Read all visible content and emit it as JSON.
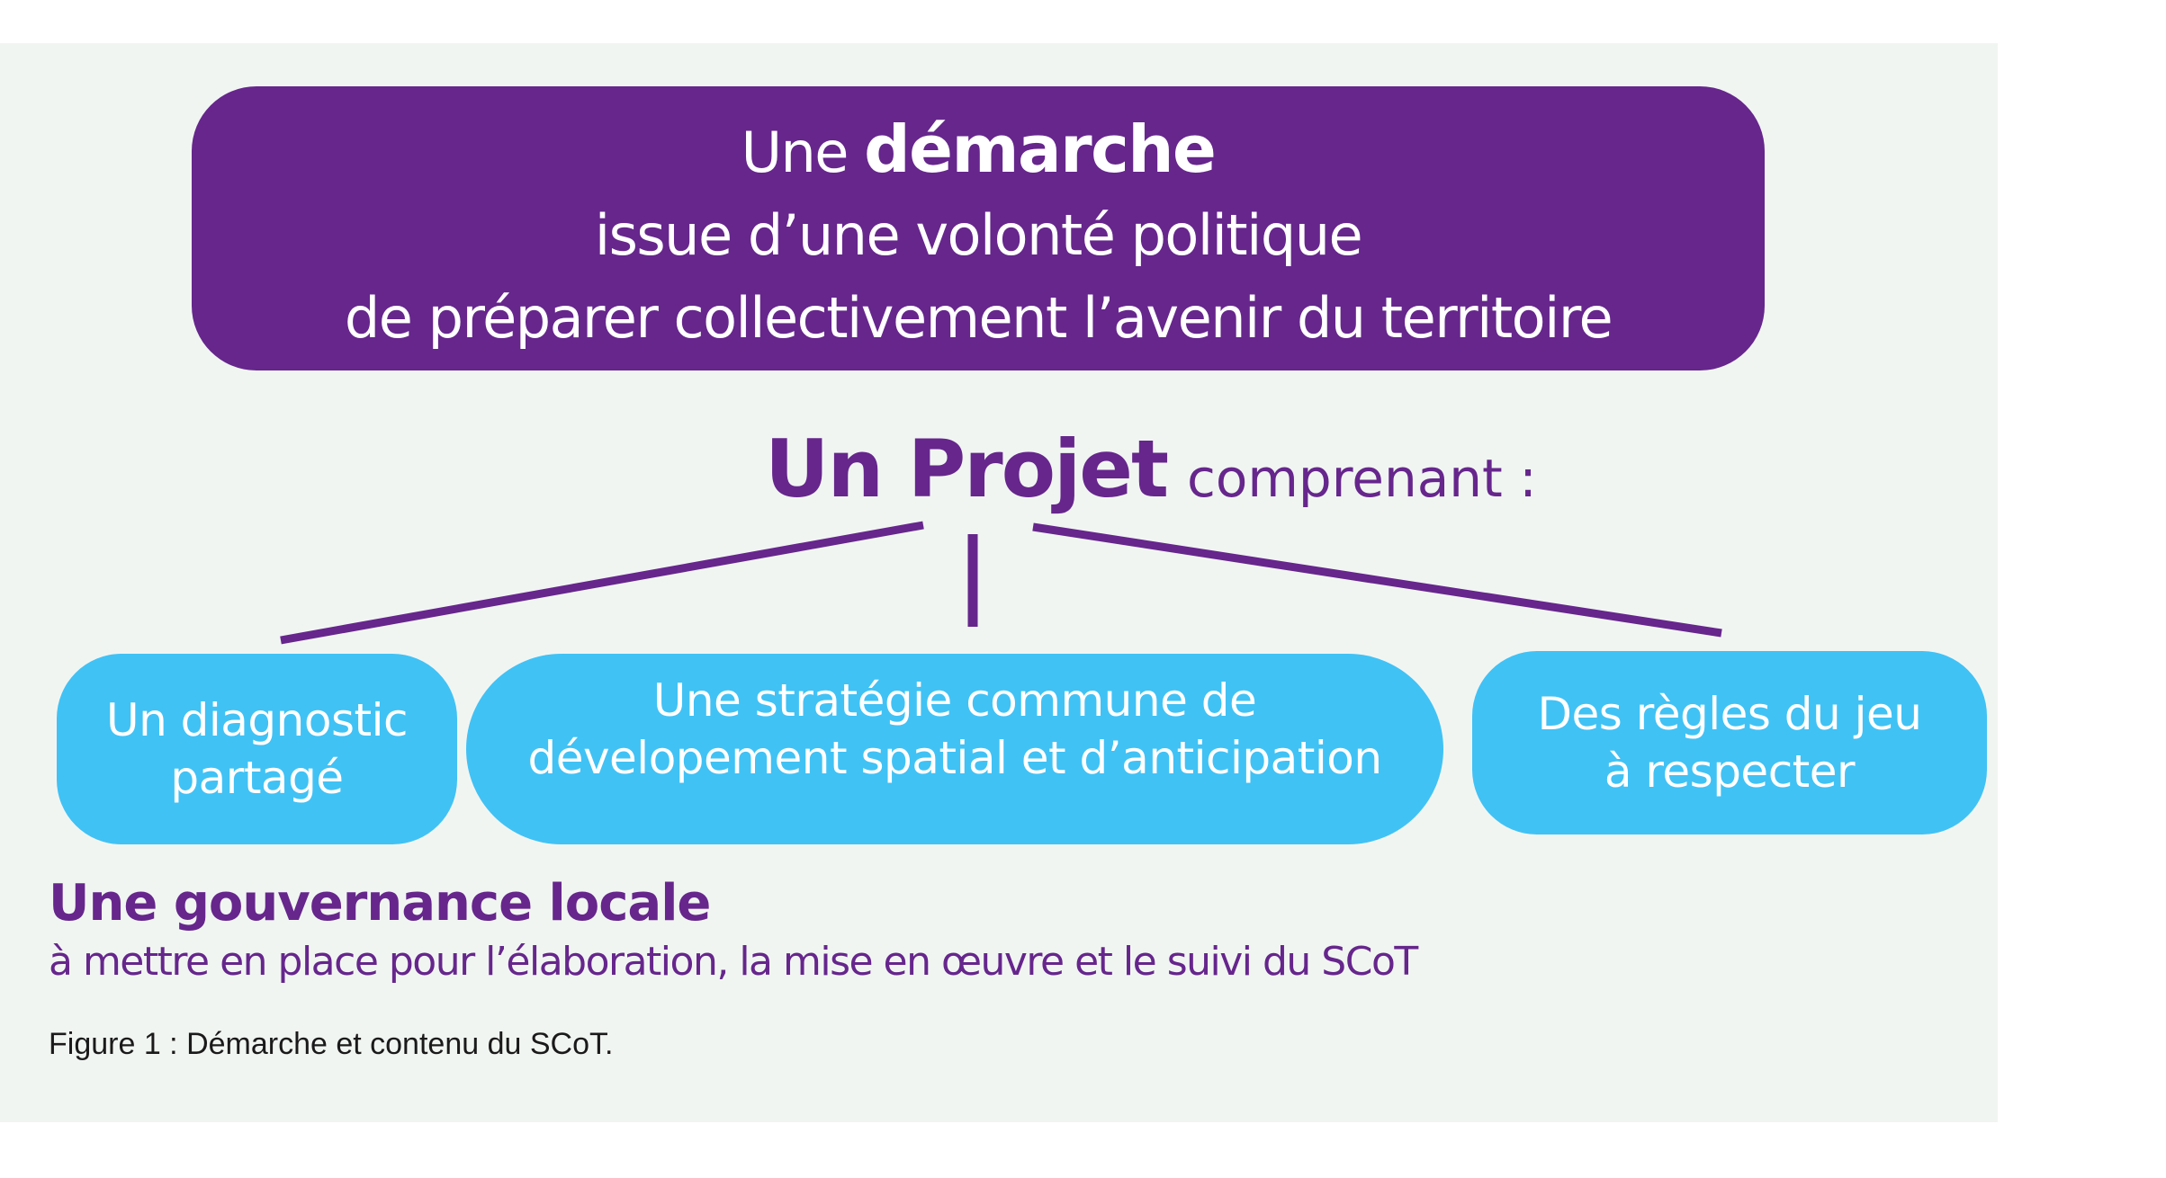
{
  "header_box": {
    "line1_prefix": "Une ",
    "line1_strong": "démarche",
    "line2": "issue d’une volonté politique",
    "line3": "de préparer collectivement l’avenir du territoire"
  },
  "project": {
    "strong": "Un Projet",
    "rest": "comprenant :"
  },
  "components": [
    {
      "line1": "Un diagnostic",
      "line2": "partagé"
    },
    {
      "line1": "Une stratégie commune de",
      "line2": "dévelopement spatial et d’anticipation"
    },
    {
      "line1": "Des règles du jeu",
      "line2": "à respecter"
    }
  ],
  "governance": {
    "title": "Une gouvernance locale",
    "subtitle": "à mettre en place pour l’élaboration, la mise en œuvre et le suivi du SCoT"
  },
  "caption": "Figure 1 : Démarche et contenu du SCoT.",
  "colors": {
    "purple": "#66268c",
    "cyan": "#40c2f5",
    "panel": "#f1f5f2"
  }
}
